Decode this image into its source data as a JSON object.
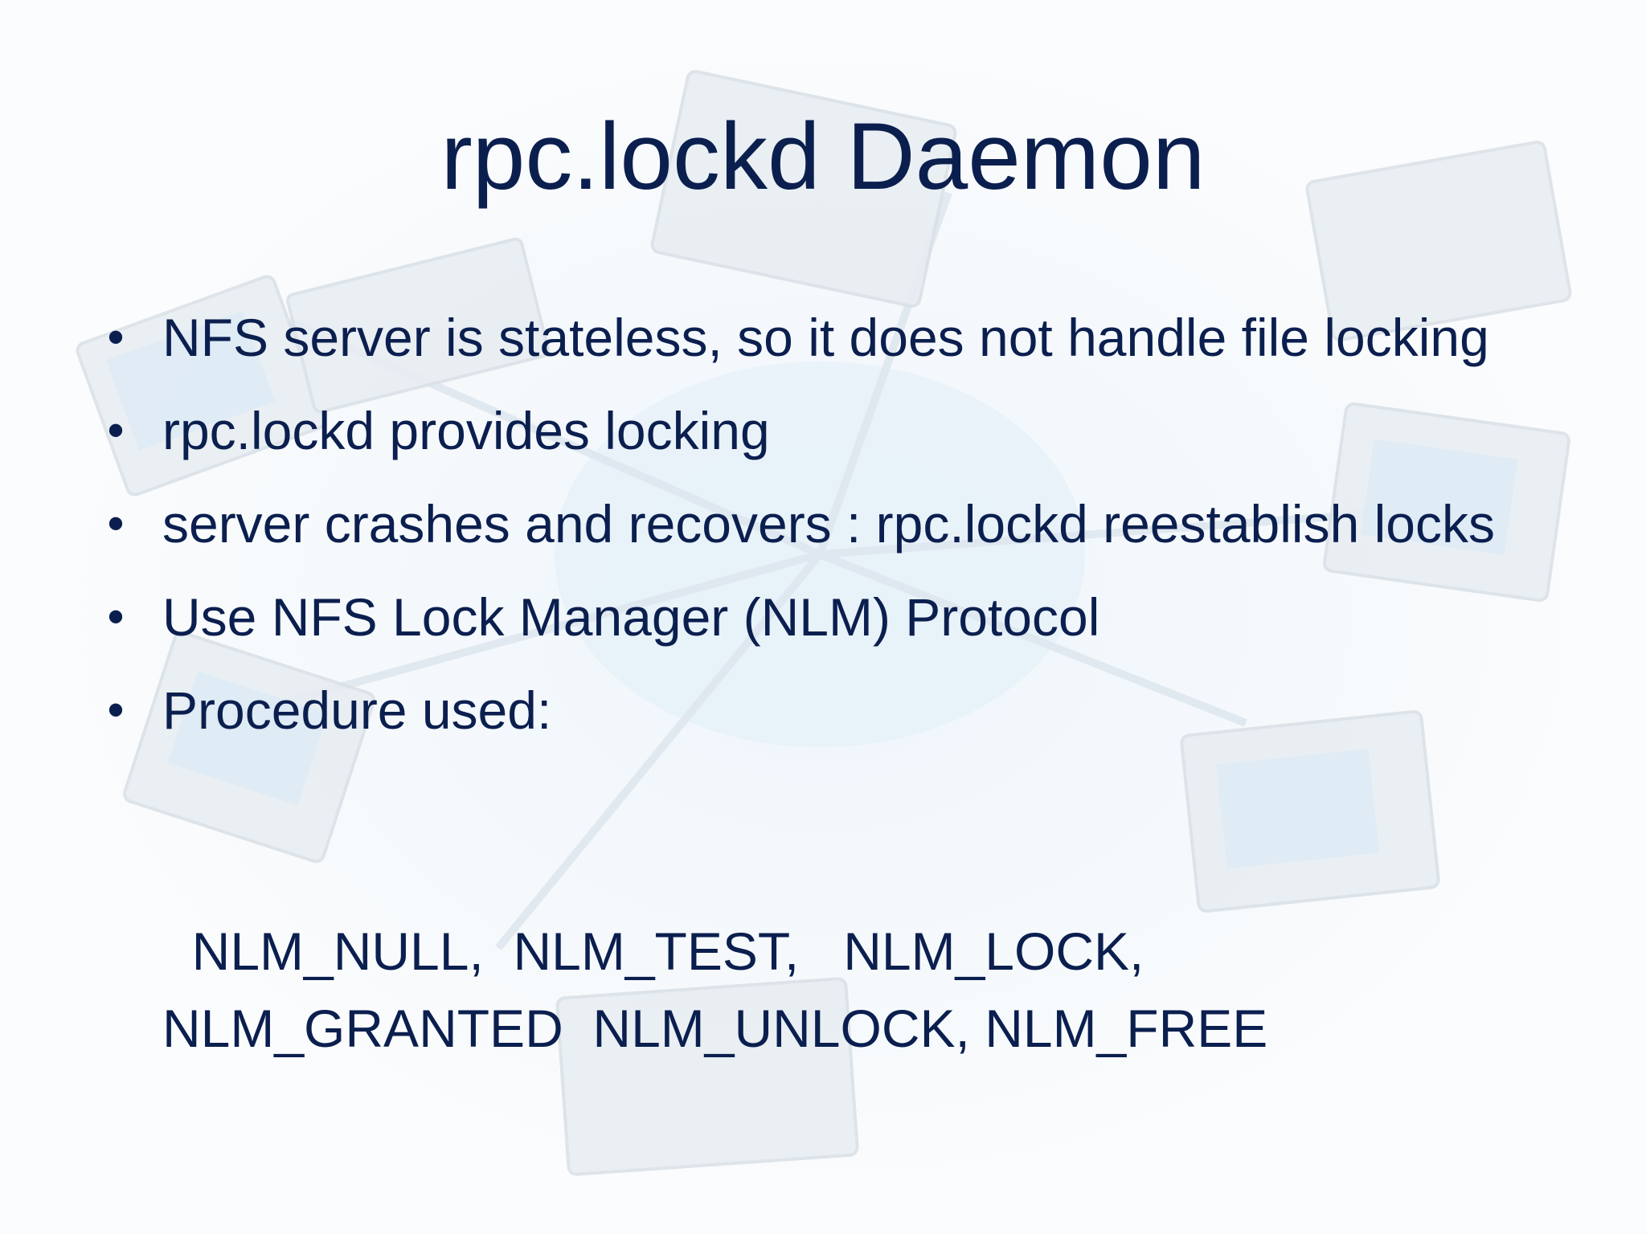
{
  "slide": {
    "title": "rpc.lockd Daemon",
    "bullet_marker": "•",
    "bullets": [
      {
        "text": "NFS server is stateless, so it does not handle file locking"
      },
      {
        "text": "rpc.lockd provides locking"
      },
      {
        "text": "server crashes and recovers : rpc.lockd reestablish locks"
      },
      {
        "text": "Use NFS Lock Manager (NLM) Protocol"
      },
      {
        "text": "Procedure used:"
      }
    ],
    "procedures": {
      "line1": "  NLM_NULL,  NLM_TEST,   NLM_LOCK,",
      "line2": "NLM_GRANTED  NLM_UNLOCK, NLM_FREE"
    }
  },
  "colors": {
    "text": "#0b1f4f",
    "background": "#fbfcfd"
  }
}
